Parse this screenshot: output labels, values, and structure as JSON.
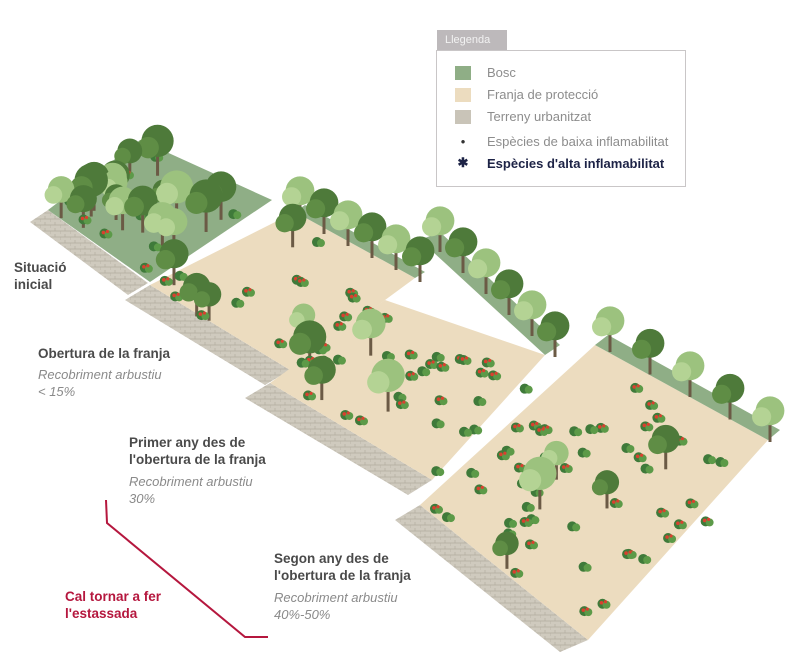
{
  "legend": {
    "title": "Llegenda",
    "items": [
      {
        "label": "Bosc",
        "color": "#8fae86"
      },
      {
        "label": "Franja de protecció",
        "color": "#ecdcbf"
      },
      {
        "label": "Terreny urbanitzat",
        "color": "#c9c4b8"
      },
      {
        "label": "Espècies de baixa inflamabilitat",
        "symbol": "•"
      },
      {
        "label": "Espècies d'alta inflamabilitat",
        "symbol": "✱"
      }
    ]
  },
  "stages": [
    {
      "title_1": "Situació",
      "title_2": "inicial"
    },
    {
      "title_1": "Obertura de la franja",
      "sub_1": "Recobriment arbustiu",
      "sub_2": "< 15%"
    },
    {
      "title_1": "Primer any des de",
      "title_2": "l'obertura de la franja",
      "sub_1": "Recobriment arbustiu",
      "sub_2": "30%"
    },
    {
      "title_1": "Segon any des de",
      "title_2": "l'obertura de la franja",
      "sub_1": "Recobriment arbustiu",
      "sub_2": "40%-50%"
    }
  ],
  "note": {
    "line_1": "Cal tornar a fer",
    "line_2": "l'estassada",
    "color": "#b5173e"
  }
}
